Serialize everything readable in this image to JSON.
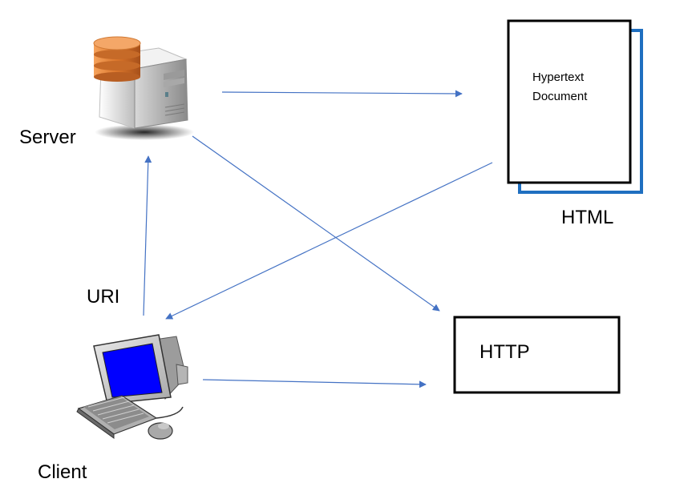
{
  "nodes": {
    "server": {
      "label": "Server"
    },
    "client": {
      "label": "Client"
    },
    "html": {
      "label": "HTML",
      "document_line1": "Hypertext",
      "document_line2": "Document"
    },
    "http": {
      "label": "HTTP"
    }
  },
  "edges": {
    "uri_label": "URI"
  },
  "colors": {
    "arrow": "#4472C4",
    "doc_shadow": "#1f6fc0",
    "screen": "#0000ff",
    "server_disk": "#d9752b"
  }
}
